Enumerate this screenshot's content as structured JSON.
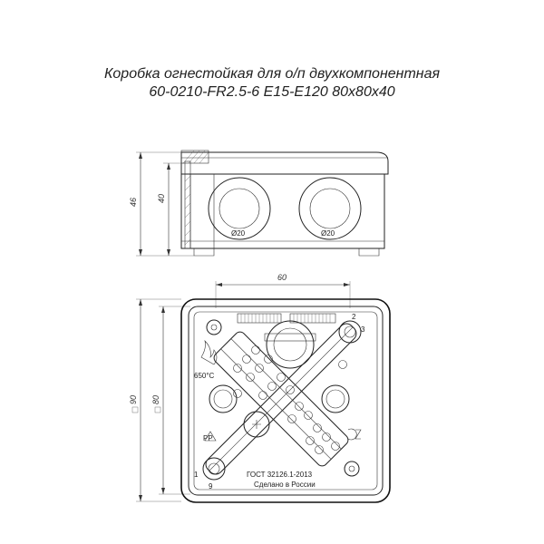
{
  "title": {
    "line1": "Коробка огнестойкая для о/п двухкомпонентная",
    "line2": "60-0210-FR2.5-6 E15-E120 80х80х40"
  },
  "side_view": {
    "dim_height_outer": "46",
    "dim_height_inner": "40",
    "gland_left_label": "Ø20",
    "gland_right_label": "Ø20"
  },
  "top_view": {
    "dim_width": "60",
    "dim_outer": "90",
    "dim_inner": "80",
    "temperature": "650°C",
    "corner_2": "2",
    "corner_3": "3",
    "corner_1": "1",
    "corner_9": "9",
    "standard": "ГОСТ 32126.1-2013",
    "made_in": "Сделано в России",
    "pp_mark": "PP"
  }
}
